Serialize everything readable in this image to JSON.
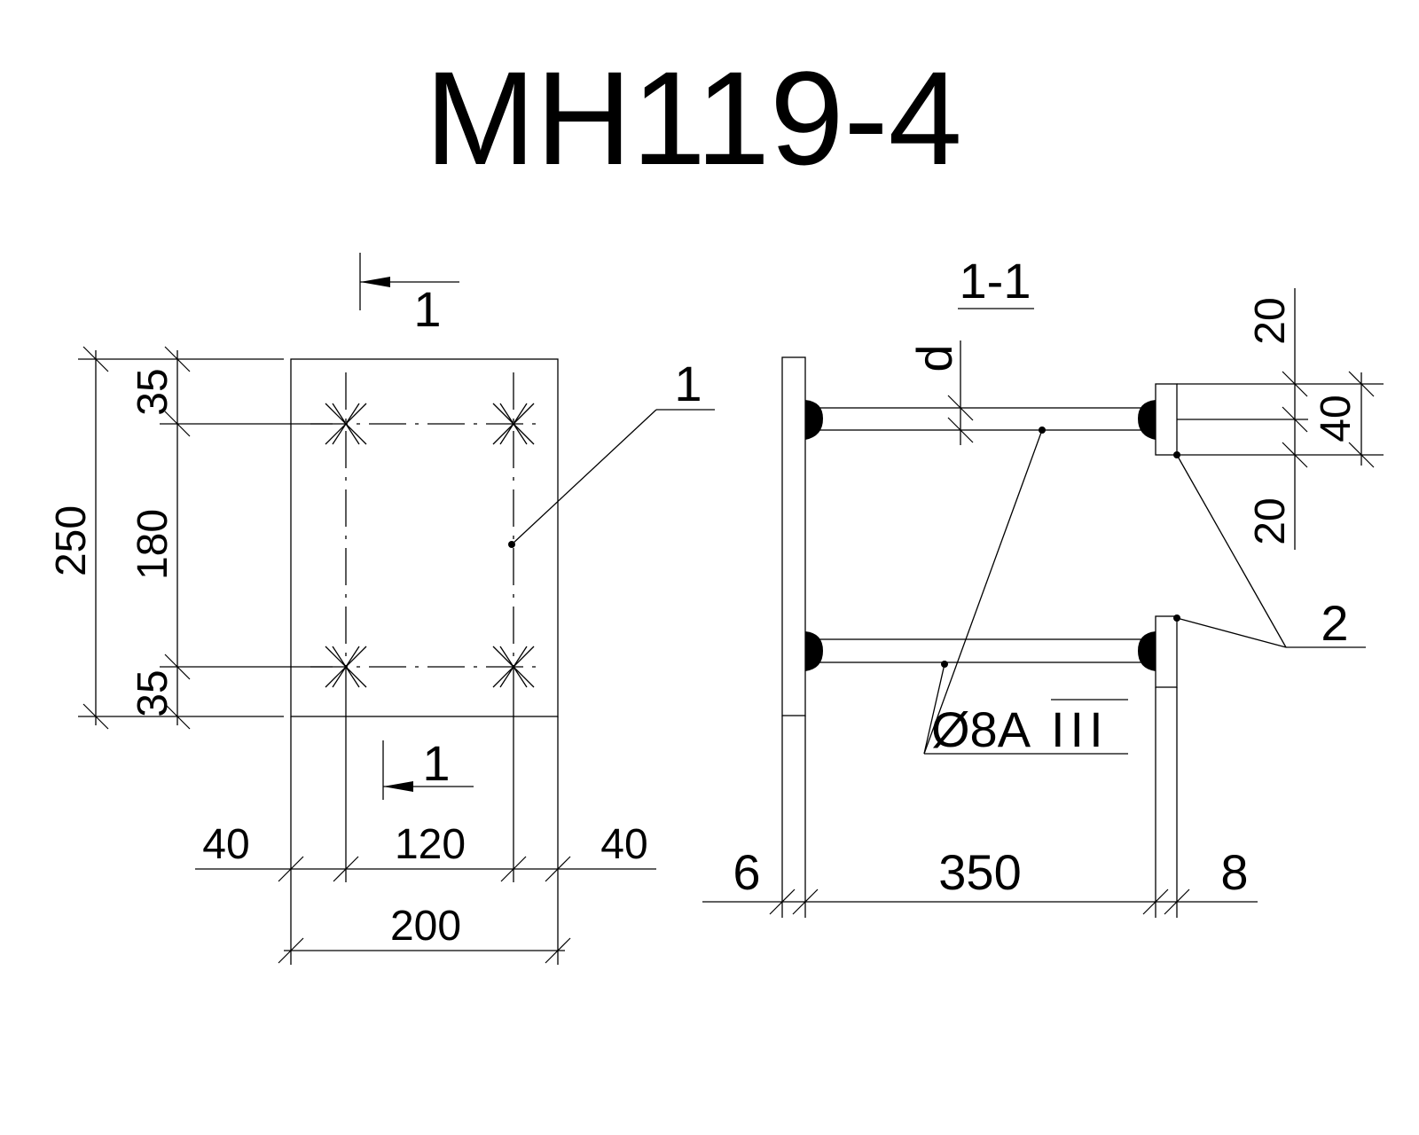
{
  "title": "МН119-4",
  "plan": {
    "section_mark_top": "1",
    "section_mark_bottom": "1",
    "callout_plate": "1",
    "dims": {
      "total_height": "250",
      "inner_height": "180",
      "edge_top": "35",
      "edge_bottom": "35",
      "edge_left": "40",
      "inner_width": "120",
      "edge_right": "40",
      "total_width": "200"
    }
  },
  "section": {
    "label": "1-1",
    "bar_diameter_label": "d",
    "rebar_spec_prefix": "Ø8А",
    "rebar_spec_class": "III",
    "callout_plate2": "2",
    "dims": {
      "plate_thickness": "6",
      "bar_length": "350",
      "plate2_thickness": "8",
      "right_top": "20",
      "right_mid": "40",
      "right_bot": "20"
    }
  }
}
